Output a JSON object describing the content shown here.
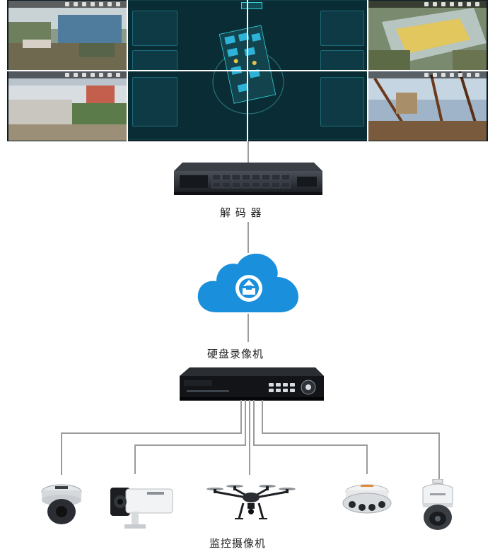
{
  "labels": {
    "decoder": "解 码 器",
    "nvr": "硬盘录像机",
    "cameras": "监控摄像机"
  },
  "colors": {
    "cloud": "#1a8fdc",
    "connector": "#9c9c9c",
    "dashboard_bg": "#0a2d35",
    "dashboard_accent": "#2fd3d8"
  },
  "icons": {
    "cloud": "cloud-upload-icon",
    "cameras": [
      "dome-camera-icon",
      "bullet-camera-icon",
      "drone-camera-icon",
      "fisheye-camera-icon",
      "ptz-speed-dome-icon"
    ]
  }
}
